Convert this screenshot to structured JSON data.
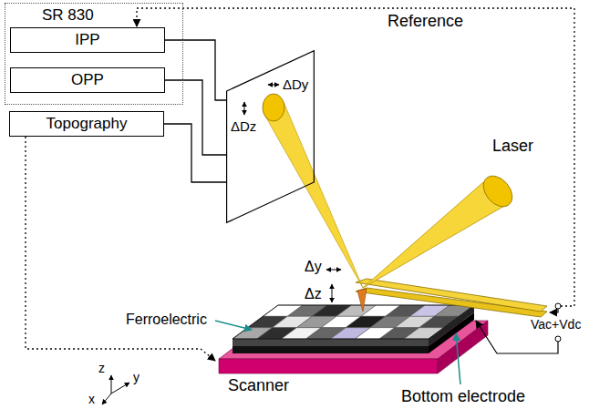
{
  "diagram": {
    "nodes": [
      {
        "text": [
          "SR 830"
        ]
      },
      {
        "text": [
          "IPP"
        ],
        "in": 0
      },
      {
        "text": [
          "OPP"
        ],
        "in": 0
      },
      {
        "text": [
          "Topography"
        ]
      },
      {
        "text": [
          "ΔDy",
          "ΔDz"
        ]
      }
    ],
    "edges": [
      {
        "from": 1,
        "to": 4,
        "arrow": "none"
      },
      {
        "from": 2,
        "to": 4,
        "arrow": "none"
      },
      {
        "from": 3,
        "to": 4,
        "arrow": "none"
      }
    ],
    "labels": [
      "Reference",
      "Laser",
      "Δy",
      "Δz",
      "Ferroelectric",
      "Scanner",
      "Bottom electrode",
      "Vac+Vdc",
      "z",
      "y",
      "x"
    ]
  }
}
